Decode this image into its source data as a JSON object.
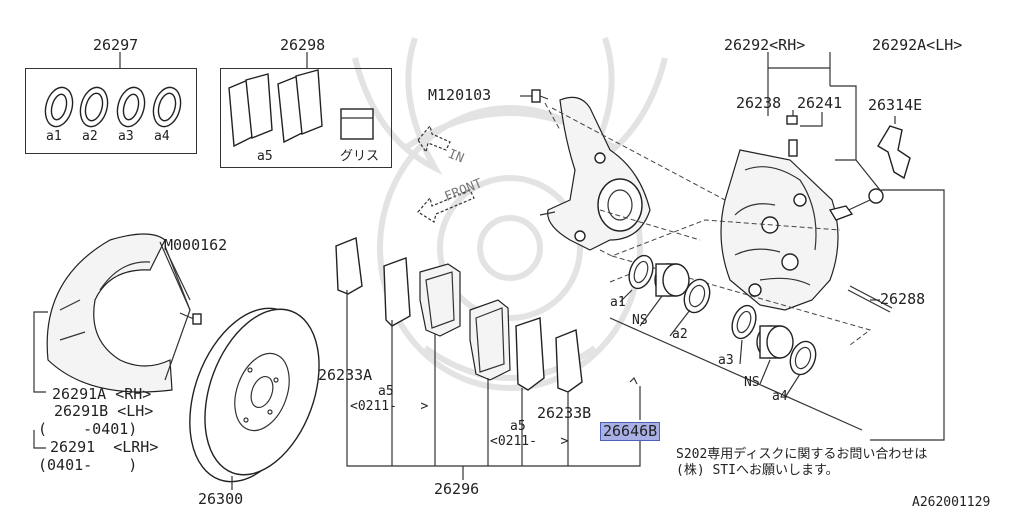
{
  "parts": {
    "p26297": "26297",
    "p26298": "26298",
    "p26292": "26292<RH>",
    "p26292a": "26292A<LH>",
    "p26238": "26238",
    "p26241": "26241",
    "p26314e": "26314E",
    "pm120103": "M120103",
    "pm000162": "M000162",
    "p26288": "26288",
    "p26233a": "26233A",
    "p26233b": "26233B",
    "p26646b": "26646B",
    "p26296": "26296",
    "p26300": "26300",
    "p26291a": "26291A <RH>",
    "p26291b": "26291B <LH>",
    "p26291b_date": "(    -0401)",
    "p26291": "26291  <LRH>",
    "p26291_date": "(0401-    )"
  },
  "subs": {
    "a1": "a1",
    "a2": "a2",
    "a3": "a3",
    "a4": "a4",
    "a5": "a5",
    "grease": "グリス",
    "a1_c": "a1",
    "ns1": "NS",
    "a2_c": "a2",
    "a3_c": "a3",
    "ns2": "NS",
    "a4_c": "a4",
    "a5_pad": "a5",
    "date_pad": "<0211-   >",
    "a5_pad2": "a5",
    "date_pad2": "<0211-   >"
  },
  "arrows": {
    "in": "IN",
    "front": "FRONT"
  },
  "note": {
    "line1": "S202専用ディスクに関するお問い合わせは",
    "line2": "(株) STIへお願いします。"
  },
  "diagram_code": "A262001129"
}
